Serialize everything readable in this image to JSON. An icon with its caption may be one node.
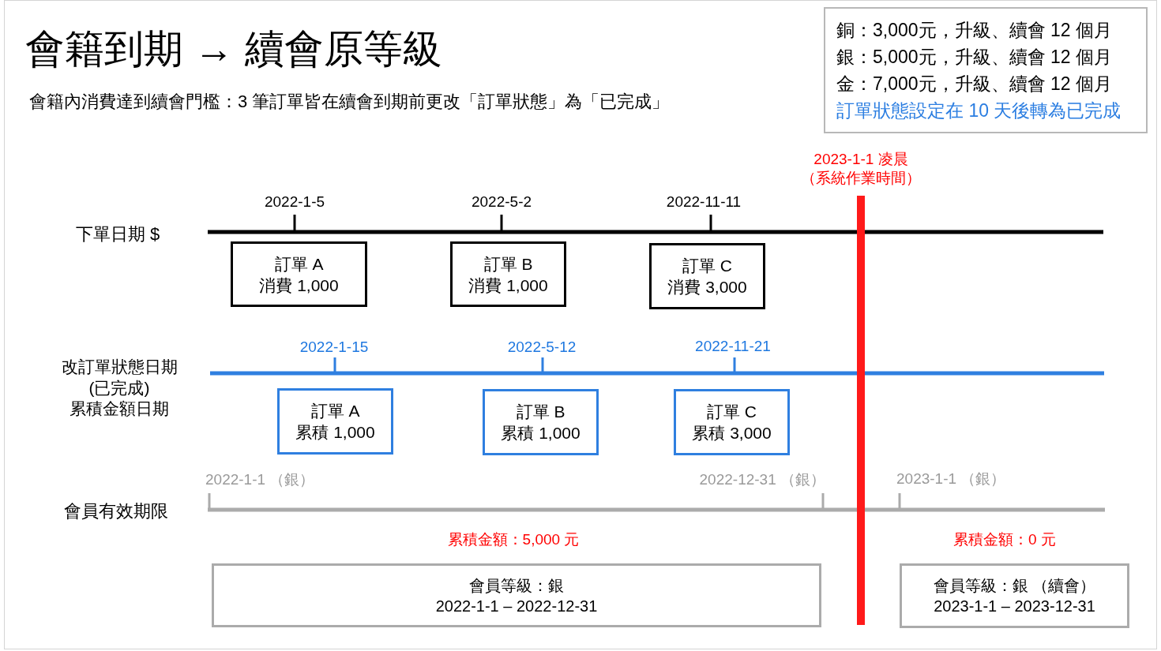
{
  "diagram": {
    "title": "會籍到期 → 續會原等級",
    "nodes": [
      {
        "text": [
          "銅：3,000元，升級、續會 12 個月",
          "銀：5,000元，升級、續會 12 個月",
          "金：7,000元，升級、續會 12 個月",
          "訂單狀態設定在 10 天後轉為已完成"
        ]
      },
      {
        "text": [
          "訂單 A",
          "消費 1,000"
        ]
      },
      {
        "text": [
          "訂單 B",
          "消費 1,000"
        ]
      },
      {
        "text": [
          "訂單 C",
          "消費 3,000"
        ]
      },
      {
        "text": [
          "訂單 A",
          "累積 1,000"
        ]
      },
      {
        "text": [
          "訂單 B",
          "累積 1,000"
        ]
      },
      {
        "text": [
          "訂單 C",
          "累積 3,000"
        ]
      },
      {
        "text": [
          "會員等級：銀",
          "2022-1-1 – 2022-12-31"
        ],
        "beside": [
          "累積金額：5,000 元"
        ]
      },
      {
        "text": [
          "會員等級：銀 （續會）",
          "2023-1-1 – 2023-12-31"
        ],
        "beside": [
          "累積金額：0 元"
        ]
      }
    ],
    "labels": [
      "會籍內消費達到續會門檻：3 筆訂單皆在續會到期前更改「訂單狀態」為「已完成」",
      "2023-1-1 凌晨",
      "（系統作業時間）",
      "2022-1-5",
      "2022-5-2",
      "2022-11-11",
      "下單日期 $",
      "2022-1-15",
      "2022-5-12",
      "2022-11-21",
      "改訂單狀態日期",
      "(已完成)",
      "累積金額日期",
      "2022-1-1 （銀）",
      "2022-12-31 （銀）",
      "2023-1-1 （銀）",
      "會員有效期限"
    ]
  }
}
